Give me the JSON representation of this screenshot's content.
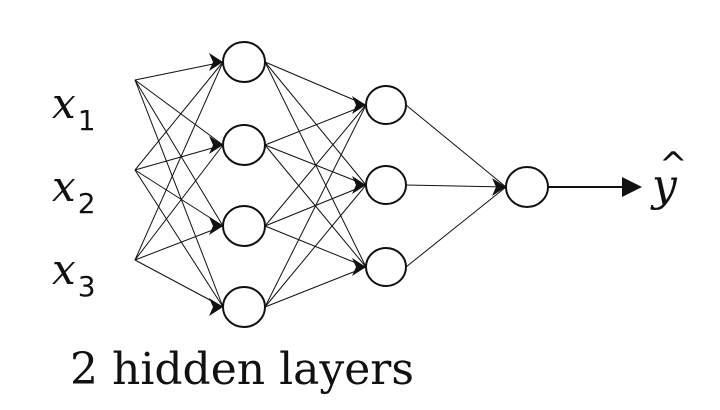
{
  "diagram": {
    "title": "",
    "caption": "2 hidden layers",
    "colors": {
      "stroke": "#111111",
      "node_fill": "#ffffff",
      "background": "#ffffff"
    },
    "inputs": [
      {
        "symbol": "x",
        "subscript": "1"
      },
      {
        "symbol": "x",
        "subscript": "2"
      },
      {
        "symbol": "x",
        "subscript": "3"
      }
    ],
    "output": {
      "symbol": "y",
      "accent": "^"
    },
    "layers": [
      {
        "units": 3
      },
      {
        "units": 4
      },
      {
        "units": 3
      },
      {
        "units": 1
      }
    ]
  }
}
